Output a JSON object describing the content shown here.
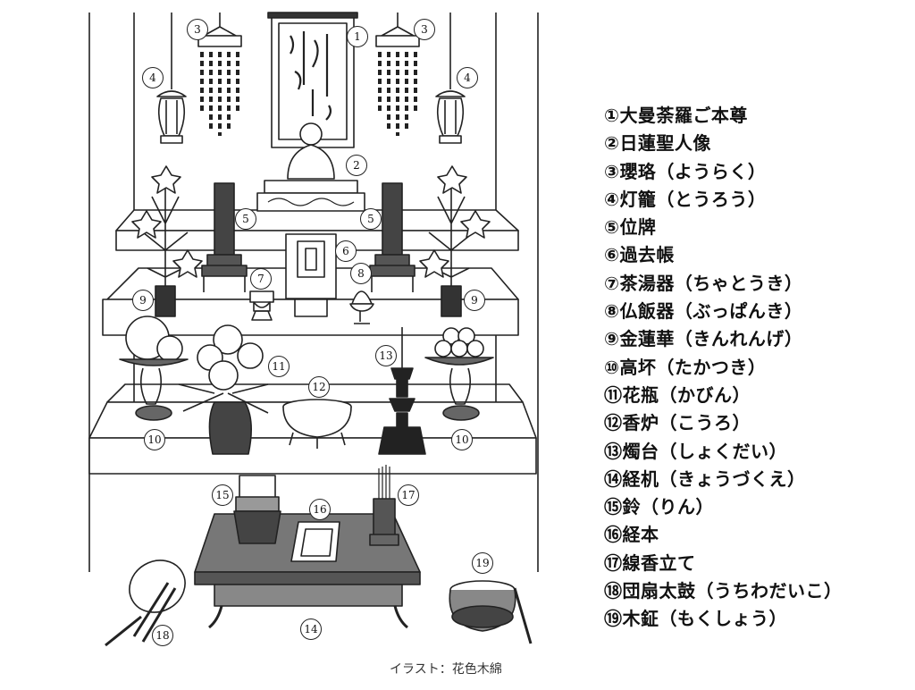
{
  "legend": [
    {
      "marker": "①",
      "label": "大曼荼羅ご本尊"
    },
    {
      "marker": "②",
      "label": "日蓮聖人像"
    },
    {
      "marker": "③",
      "label": "瓔珞（ようらく）"
    },
    {
      "marker": "④",
      "label": "灯籠（とうろう）"
    },
    {
      "marker": "⑤",
      "label": "位牌"
    },
    {
      "marker": "⑥",
      "label": "過去帳"
    },
    {
      "marker": "⑦",
      "label": "茶湯器（ちゃとうき）"
    },
    {
      "marker": "⑧",
      "label": "仏飯器（ぶっぱんき）"
    },
    {
      "marker": "⑨",
      "label": "金蓮華（きんれんげ）"
    },
    {
      "marker": "⑩",
      "label": "高坏（たかつき）"
    },
    {
      "marker": "⑪",
      "label": "花瓶（かびん）"
    },
    {
      "marker": "⑫",
      "label": "香炉（こうろ）"
    },
    {
      "marker": "⑬",
      "label": "燭台（しょくだい）"
    },
    {
      "marker": "⑭",
      "label": "経机（きょうづくえ）"
    },
    {
      "marker": "⑮",
      "label": "鈴（りん）"
    },
    {
      "marker": "⑯",
      "label": "経本"
    },
    {
      "marker": "⑰",
      "label": "線香立て"
    },
    {
      "marker": "⑱",
      "label": "団扇太鼓（うちわだいこ）"
    },
    {
      "marker": "⑲",
      "label": "木鉦（もくしょう）"
    }
  ],
  "callouts": [
    {
      "id": "c1",
      "text": "1"
    },
    {
      "id": "c2",
      "text": "2"
    },
    {
      "id": "c3a",
      "text": "3"
    },
    {
      "id": "c3b",
      "text": "3"
    },
    {
      "id": "c4a",
      "text": "4"
    },
    {
      "id": "c4b",
      "text": "4"
    },
    {
      "id": "c5a",
      "text": "5"
    },
    {
      "id": "c5b",
      "text": "5"
    },
    {
      "id": "c6",
      "text": "6"
    },
    {
      "id": "c7",
      "text": "7"
    },
    {
      "id": "c8",
      "text": "8"
    },
    {
      "id": "c9a",
      "text": "9"
    },
    {
      "id": "c9b",
      "text": "9"
    },
    {
      "id": "c10a",
      "text": "10"
    },
    {
      "id": "c10b",
      "text": "10"
    },
    {
      "id": "c11",
      "text": "11"
    },
    {
      "id": "c12",
      "text": "12"
    },
    {
      "id": "c13",
      "text": "13"
    },
    {
      "id": "c14",
      "text": "14"
    },
    {
      "id": "c15",
      "text": "15"
    },
    {
      "id": "c16",
      "text": "16"
    },
    {
      "id": "c17",
      "text": "17"
    },
    {
      "id": "c18",
      "text": "18"
    },
    {
      "id": "c19",
      "text": "19"
    }
  ],
  "credit": "イラスト：花色木綿"
}
